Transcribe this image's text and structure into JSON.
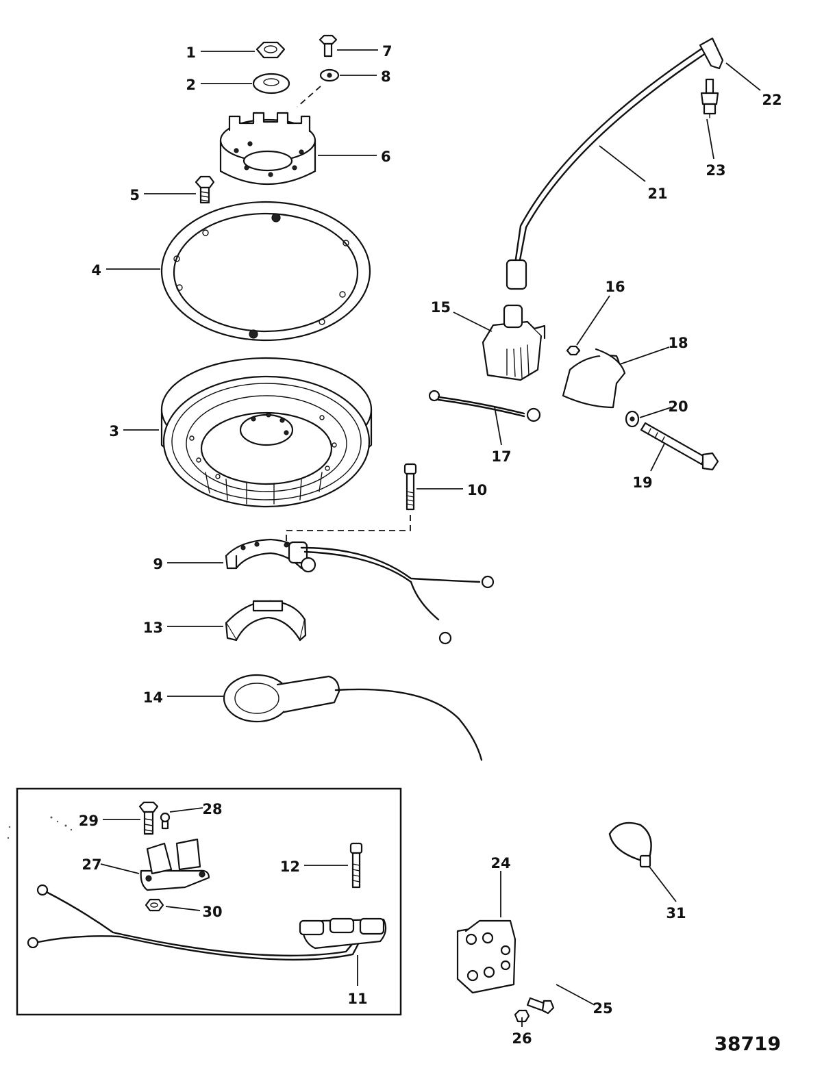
{
  "figure_id": "38719",
  "callouts": [
    {
      "id": "1",
      "label": "1"
    },
    {
      "id": "2",
      "label": "2"
    },
    {
      "id": "3",
      "label": "3"
    },
    {
      "id": "4",
      "label": "4"
    },
    {
      "id": "5",
      "label": "5"
    },
    {
      "id": "6",
      "label": "6"
    },
    {
      "id": "7",
      "label": "7"
    },
    {
      "id": "8",
      "label": "8"
    },
    {
      "id": "9",
      "label": "9"
    },
    {
      "id": "10",
      "label": "10"
    },
    {
      "id": "11",
      "label": "11"
    },
    {
      "id": "12",
      "label": "12"
    },
    {
      "id": "13",
      "label": "13"
    },
    {
      "id": "14",
      "label": "14"
    },
    {
      "id": "15",
      "label": "15"
    },
    {
      "id": "16",
      "label": "16"
    },
    {
      "id": "17",
      "label": "17"
    },
    {
      "id": "18",
      "label": "18"
    },
    {
      "id": "19",
      "label": "19"
    },
    {
      "id": "20",
      "label": "20"
    },
    {
      "id": "21",
      "label": "21"
    },
    {
      "id": "22",
      "label": "22"
    },
    {
      "id": "23",
      "label": "23"
    },
    {
      "id": "24",
      "label": "24"
    },
    {
      "id": "25",
      "label": "25"
    },
    {
      "id": "26",
      "label": "26"
    },
    {
      "id": "27",
      "label": "27"
    },
    {
      "id": "28",
      "label": "28"
    },
    {
      "id": "29",
      "label": "29"
    },
    {
      "id": "30",
      "label": "30"
    },
    {
      "id": "31",
      "label": "31"
    }
  ]
}
